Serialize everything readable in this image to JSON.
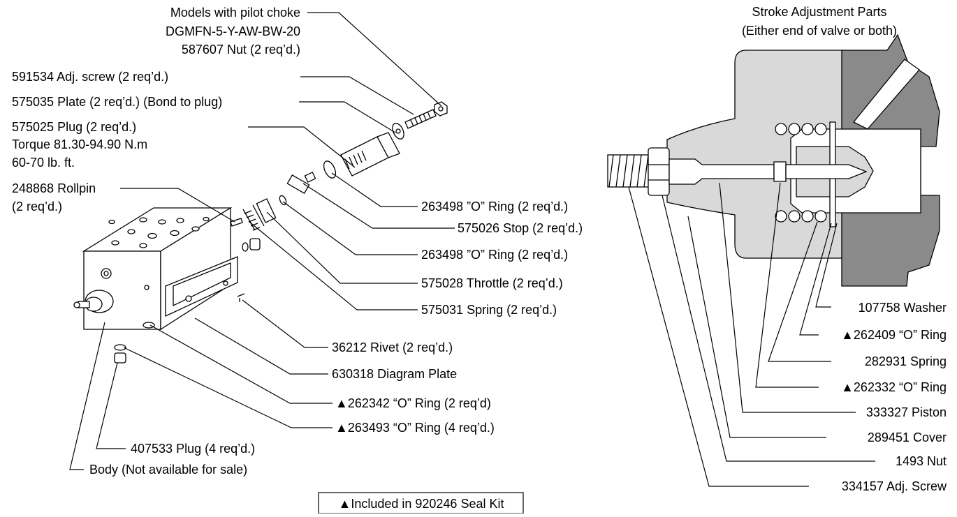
{
  "left_view": {
    "callouts": [
      {
        "id": "pilot-choke",
        "lines": [
          "Models with pilot choke",
          "DGMFN-5-Y-AW-BW-20",
          "587607 Nut (2 req’d.)"
        ]
      },
      {
        "id": "adj-screw",
        "lines": [
          "591534 Adj. screw (2 req’d.)"
        ]
      },
      {
        "id": "plate",
        "lines": [
          "575035 Plate (2 req’d.) (Bond to plug)"
        ]
      },
      {
        "id": "plug",
        "lines": [
          "575025 Plug (2 req’d.)",
          "Torque 81.30-94.90 N.m",
          "60-70 lb. ft."
        ]
      },
      {
        "id": "rollpin",
        "lines": [
          "248868 Rollpin",
          "(2 req’d.)"
        ]
      },
      {
        "id": "o-ring-1",
        "lines": [
          "263498 ”O” Ring (2 req’d.)"
        ]
      },
      {
        "id": "stop",
        "lines": [
          "575026 Stop (2 req’d.)"
        ]
      },
      {
        "id": "o-ring-2",
        "lines": [
          "263498 ”O” Ring (2 req’d.)"
        ]
      },
      {
        "id": "throttle",
        "lines": [
          "575028 Throttle (2 req’d.)"
        ]
      },
      {
        "id": "spring",
        "lines": [
          "575031 Spring (2 req’d.)"
        ]
      },
      {
        "id": "rivet",
        "lines": [
          "36212 Rivet (2 req’d.)"
        ]
      },
      {
        "id": "diagram-plate",
        "lines": [
          "630318 Diagram Plate"
        ]
      },
      {
        "id": "o-ring-262342",
        "lines": [
          "▲262342 “O” Ring (2 req’d)"
        ]
      },
      {
        "id": "o-ring-263493",
        "lines": [
          "▲263493 “O” Ring (4 req’d.)"
        ]
      },
      {
        "id": "plug-407533",
        "lines": [
          "407533 Plug (4 req’d.)"
        ]
      },
      {
        "id": "body",
        "lines": [
          "Body (Not available for sale)"
        ]
      }
    ],
    "seal_kit_note": "▲Included in 920246 Seal Kit"
  },
  "right_view": {
    "title_lines": [
      "Stroke Adjustment Parts",
      "(Either end of valve or both)"
    ],
    "callouts": [
      {
        "id": "washer",
        "text": "107758 Washer"
      },
      {
        "id": "o-ring-262409",
        "text": "▲262409 “O” Ring"
      },
      {
        "id": "spring-282931",
        "text": "282931 Spring"
      },
      {
        "id": "o-ring-262332",
        "text": "▲262332 “O” Ring"
      },
      {
        "id": "piston",
        "text": "333327 Piston"
      },
      {
        "id": "cover",
        "text": "289451 Cover"
      },
      {
        "id": "nut",
        "text": "1493 Nut"
      },
      {
        "id": "adj-screw-334157",
        "text": "334157 Adj. Screw"
      }
    ]
  },
  "colors": {
    "light_gray": "#d9d9d9",
    "dark_gray": "#8a8a8a",
    "line": "#000000"
  }
}
